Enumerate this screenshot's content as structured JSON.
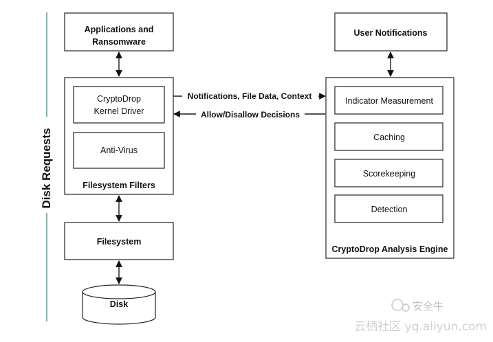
{
  "side_label": "Disk Requests",
  "boxes": {
    "applications": [
      "Applications and",
      "Ransomware"
    ],
    "user_notifications": "User Notifications",
    "cryptodrop_driver": [
      "CryptoDrop",
      "Kernel Driver"
    ],
    "anti_virus": "Anti-Virus",
    "filesystem_filters": "Filesystem Filters",
    "filesystem": "Filesystem",
    "disk": "Disk",
    "indicator_measurement": "Indicator Measurement",
    "caching": "Caching",
    "scorekeeping": "Scorekeeping",
    "detection": "Detection",
    "analysis_engine": "CryptoDrop Analysis Engine"
  },
  "arrows": {
    "notifications": "Notifications, File Data, Context",
    "decisions": "Allow/Disallow Decisions"
  },
  "watermark": {
    "brand": "安全牛",
    "site": "云栖社区 yq.aliyun.com"
  }
}
